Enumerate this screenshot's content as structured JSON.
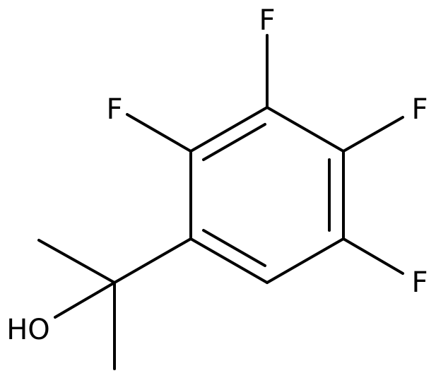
{
  "molecule": {
    "atoms": {
      "f_top": "F",
      "f_upper_left": "F",
      "f_upper_right": "F",
      "f_lower_right": "F",
      "hydroxyl": "HO"
    }
  }
}
